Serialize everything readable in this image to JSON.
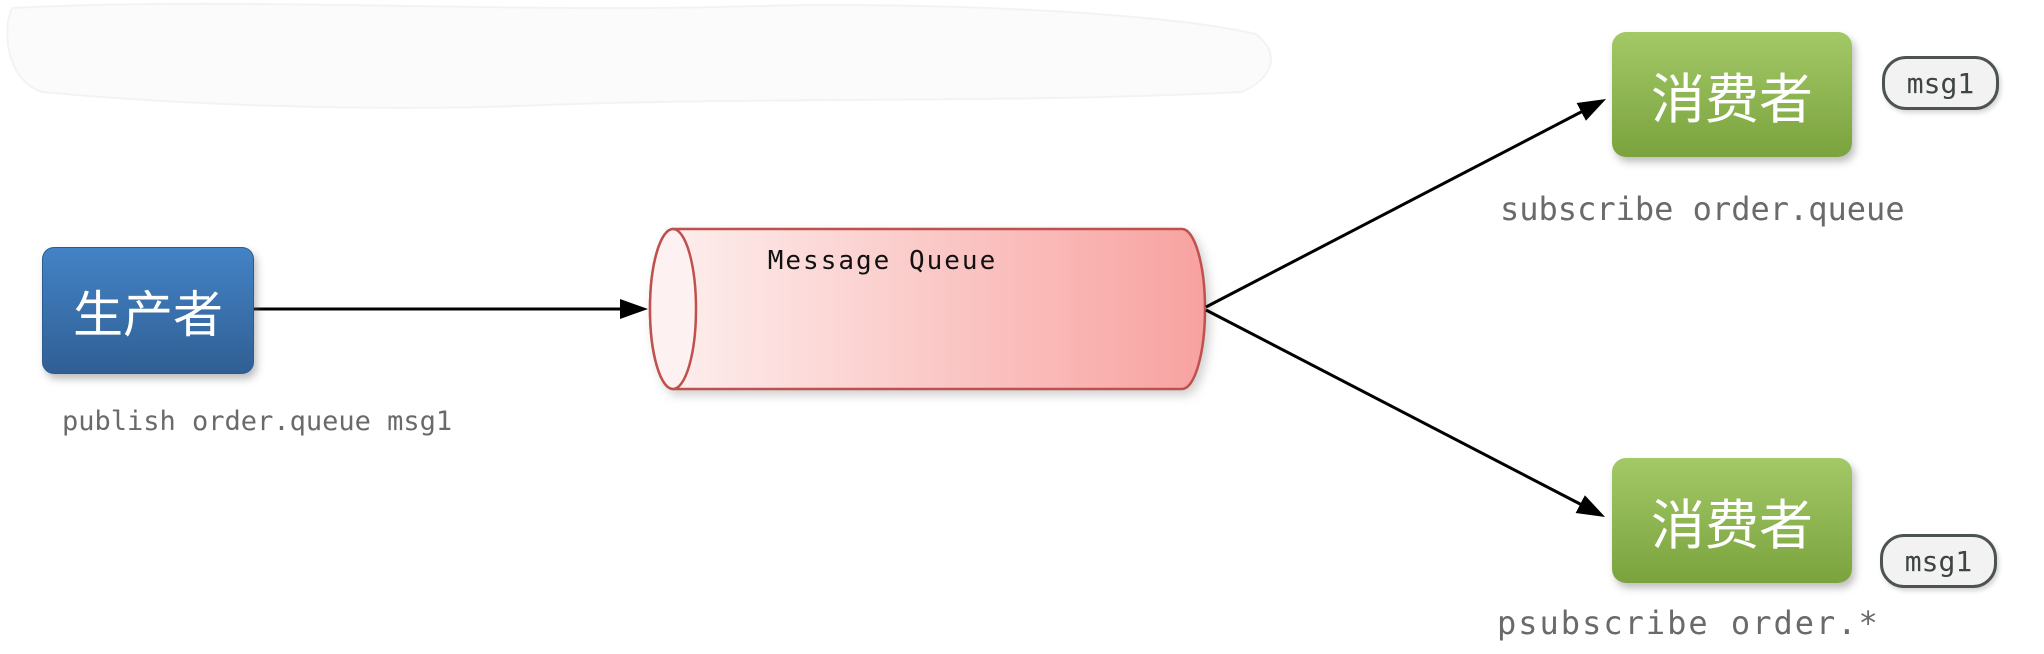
{
  "diagram": {
    "producer": {
      "label": "生产者",
      "caption": "publish order.queue msg1"
    },
    "queue": {
      "label": "Message Queue"
    },
    "consumer_top": {
      "label": "消费者",
      "badge": "msg1",
      "caption": "subscribe order.queue"
    },
    "consumer_bottom": {
      "label": "消费者",
      "badge": "msg1",
      "caption": "psubscribe order.*"
    }
  },
  "colors": {
    "producer_top": "#4383c6",
    "producer_bottom": "#305f94",
    "producer_border": "#2b5c91",
    "consumer_top": "#a2c966",
    "consumer_bottom": "#7aa23d",
    "queue_left": "#fdf1f0",
    "queue_right": "#f8a2a0",
    "queue_cap": "#fdf2f1",
    "queue_stroke": "#c0504d",
    "queue_label_text": "#111111",
    "badge_bg": "#f2f2f2",
    "badge_border": "#4d5450",
    "badge_text": "#3f4543",
    "caption_text": "#6a6a6a",
    "arrow": "#000000",
    "whiteout": "#fbfbfb"
  }
}
